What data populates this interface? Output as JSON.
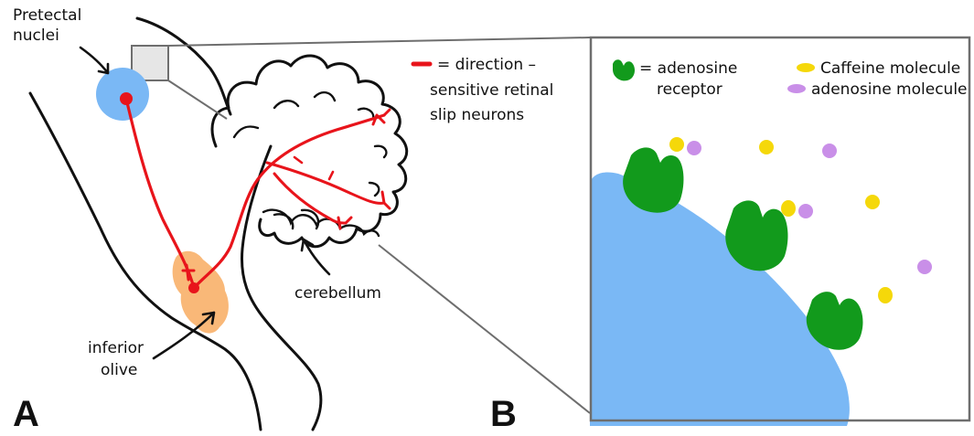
{
  "panel_a": {
    "letter": "A",
    "labels": {
      "pretectal_line1": "Pretectal",
      "pretectal_line2": "nuclei",
      "cerebellum": "cerebellum",
      "inferior_line1": "inferior",
      "inferior_line2": "olive"
    },
    "legend": {
      "line1": "= direction –",
      "line2": "sensitive retinal",
      "line3": "slip neurons"
    }
  },
  "panel_b": {
    "letter": "B",
    "legend": {
      "receptor_line1": "= adenosine",
      "receptor_line2": "receptor",
      "caffeine": "Caffeine molecule",
      "adenosine": "adenosine molecule"
    }
  },
  "colors": {
    "neuron": "#e8141b",
    "pretectal_blob": "#7ab8f5",
    "olive_blob": "#f9b878",
    "cell": "#7ab8f5",
    "receptor": "#129a1c",
    "caffeine": "#f5d80a",
    "adenosine": "#c98fe8",
    "outline": "#111111",
    "zoom_box": "#e6e6e6",
    "zoom_lines": "#6e6e6e"
  }
}
